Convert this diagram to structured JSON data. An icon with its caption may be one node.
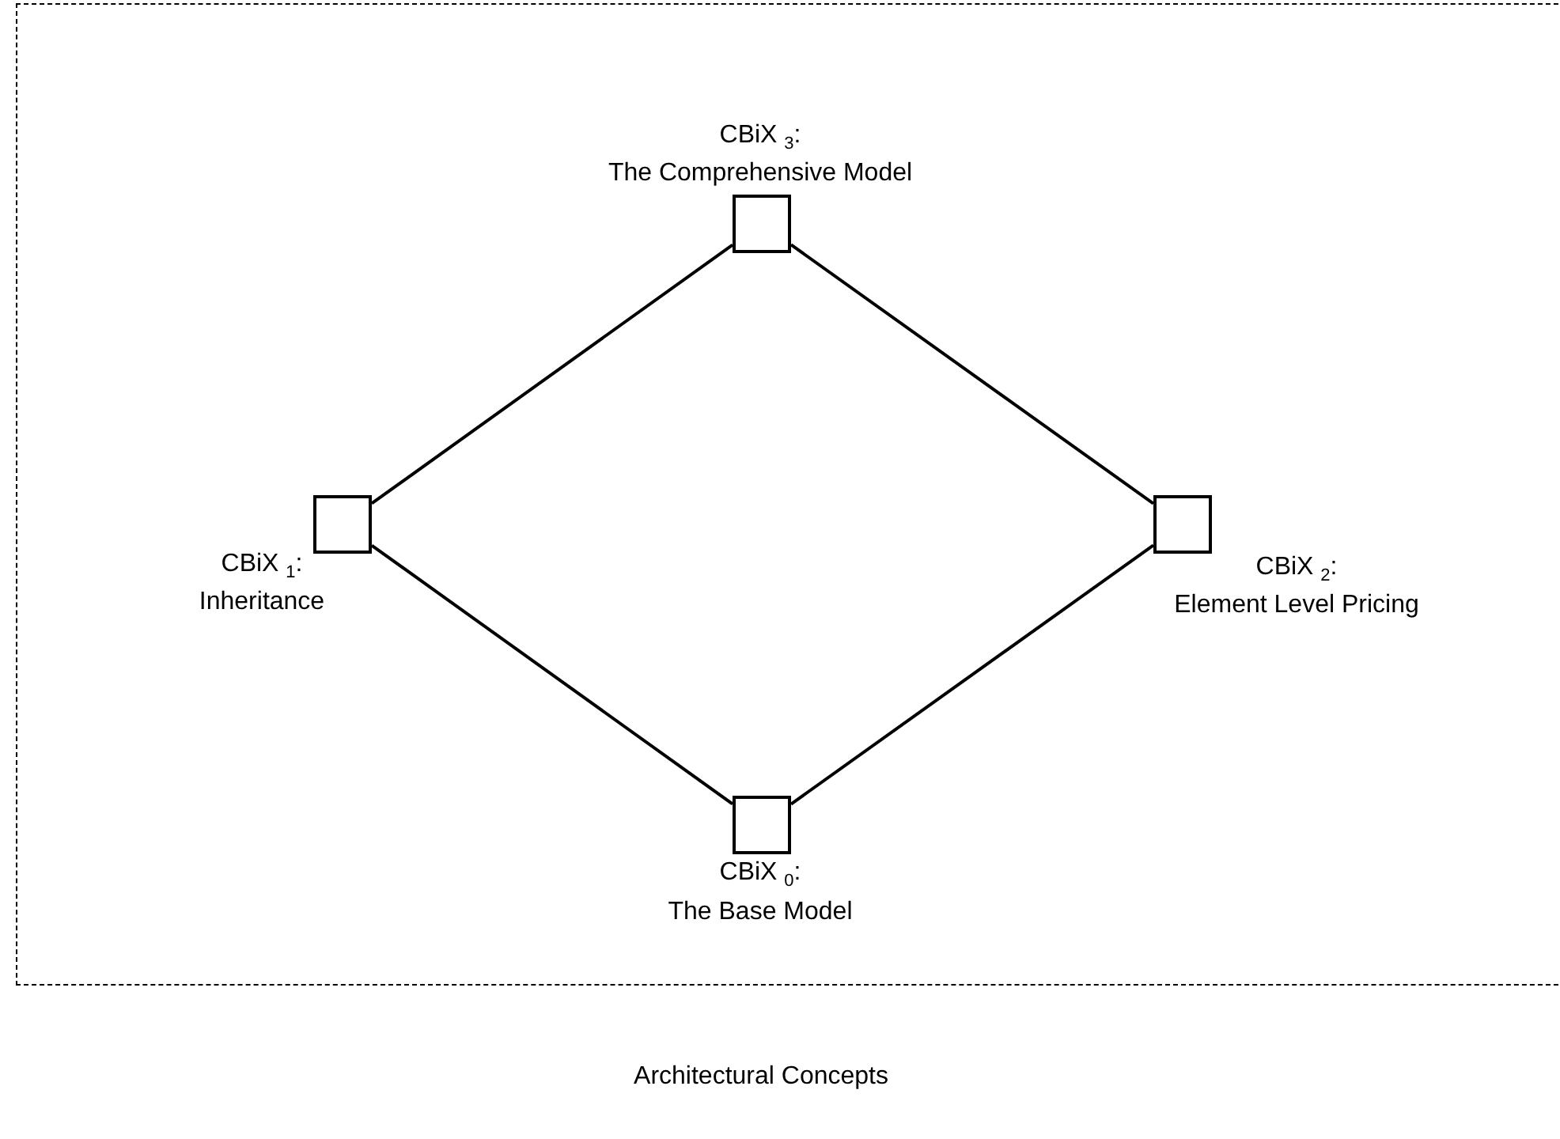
{
  "diagram": {
    "caption": "Architectural Concepts",
    "nodes": [
      {
        "text": [],
        "shape": "box"
      },
      {
        "text": [
          "CBiX $_{3}$:",
          "The Comprehensive Model"
        ],
        "in": 0
      },
      {
        "text": [
          "CBiX $_{1}$:",
          "Inheritance"
        ],
        "in": 0
      },
      {
        "text": [
          "CBiX $_{2}$:",
          "Element Level Pricing"
        ],
        "in": 0
      },
      {
        "text": [
          "CBiX $_{0}$:",
          "The Base Model"
        ],
        "in": 0
      }
    ],
    "edges": [
      {
        "from": 1,
        "to": 2,
        "arrow": "none"
      },
      {
        "from": 1,
        "to": 3,
        "arrow": "none"
      },
      {
        "from": 2,
        "to": 4,
        "arrow": "none"
      },
      {
        "from": 3,
        "to": 4,
        "arrow": "none"
      }
    ]
  }
}
